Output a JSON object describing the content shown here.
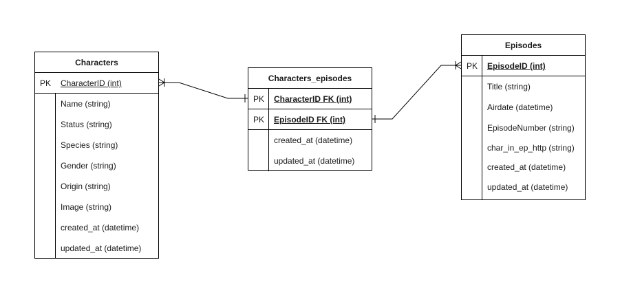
{
  "entities": {
    "characters": {
      "title": "Characters",
      "key": {
        "marker": "PK",
        "name": "CharacterID (int)"
      },
      "attributes": [
        "Name (string)",
        "Status (string)",
        "Species (string)",
        "Gender (string)",
        "Origin (string)",
        "Image (string)",
        "created_at (datetime)",
        "updated_at (datetime)"
      ]
    },
    "characters_episodes": {
      "title": "Characters_episodes",
      "keys": [
        {
          "marker": "PK",
          "name": "CharacterID FK (int) "
        },
        {
          "marker": "PK",
          "name": "EpisodeID FK (int)"
        }
      ],
      "attributes": [
        "created_at (datetime)",
        "updated_at (datetime)"
      ]
    },
    "episodes": {
      "title": "Episodes",
      "key": {
        "marker": "PK",
        "name": "EpisodeID (int)"
      },
      "attributes": [
        "Title (string)",
        "Airdate (datetime)",
        "EpisodeNumber  (string)",
        "char_in_ep_http (string)",
        "created_at (datetime)",
        "updated_at (datetime)"
      ]
    }
  },
  "relationships": [
    {
      "from": "Characters.CharacterID",
      "from_cardinality": "one-or-many",
      "to": "Characters_episodes.CharacterID",
      "to_cardinality": "one"
    },
    {
      "from": "Characters_episodes.EpisodeID",
      "from_cardinality": "one",
      "to": "Episodes.EpisodeID",
      "to_cardinality": "one-or-many"
    }
  ]
}
